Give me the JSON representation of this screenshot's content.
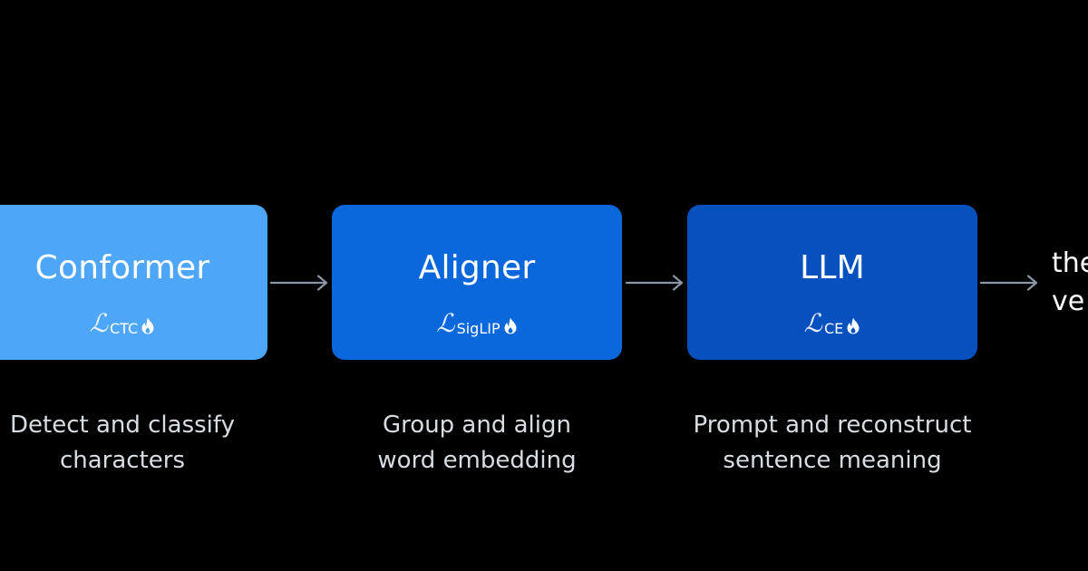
{
  "stages": [
    {
      "name": "Conformer",
      "loss_symbol": "ℒ",
      "loss_subscript": "CTC",
      "icon": "flame-icon",
      "color": "#4da6f7",
      "caption": [
        "Detect and classify",
        "characters"
      ]
    },
    {
      "name": "Aligner",
      "loss_symbol": "ℒ",
      "loss_subscript": "SigLIP",
      "icon": "flame-icon",
      "color": "#0a67dc",
      "caption": [
        "Group and align",
        "word embedding"
      ]
    },
    {
      "name": "LLM",
      "loss_symbol": "ℒ",
      "loss_subscript": "CE",
      "icon": "flame-icon",
      "color": "#0650c0",
      "caption": [
        "Prompt and reconstruct",
        "sentence meaning"
      ]
    }
  ],
  "output": {
    "lines": [
      "the",
      "ve"
    ]
  },
  "colors": {
    "background": "#000000",
    "arrow": "#8a97a6",
    "caption": "#d8dde3"
  }
}
